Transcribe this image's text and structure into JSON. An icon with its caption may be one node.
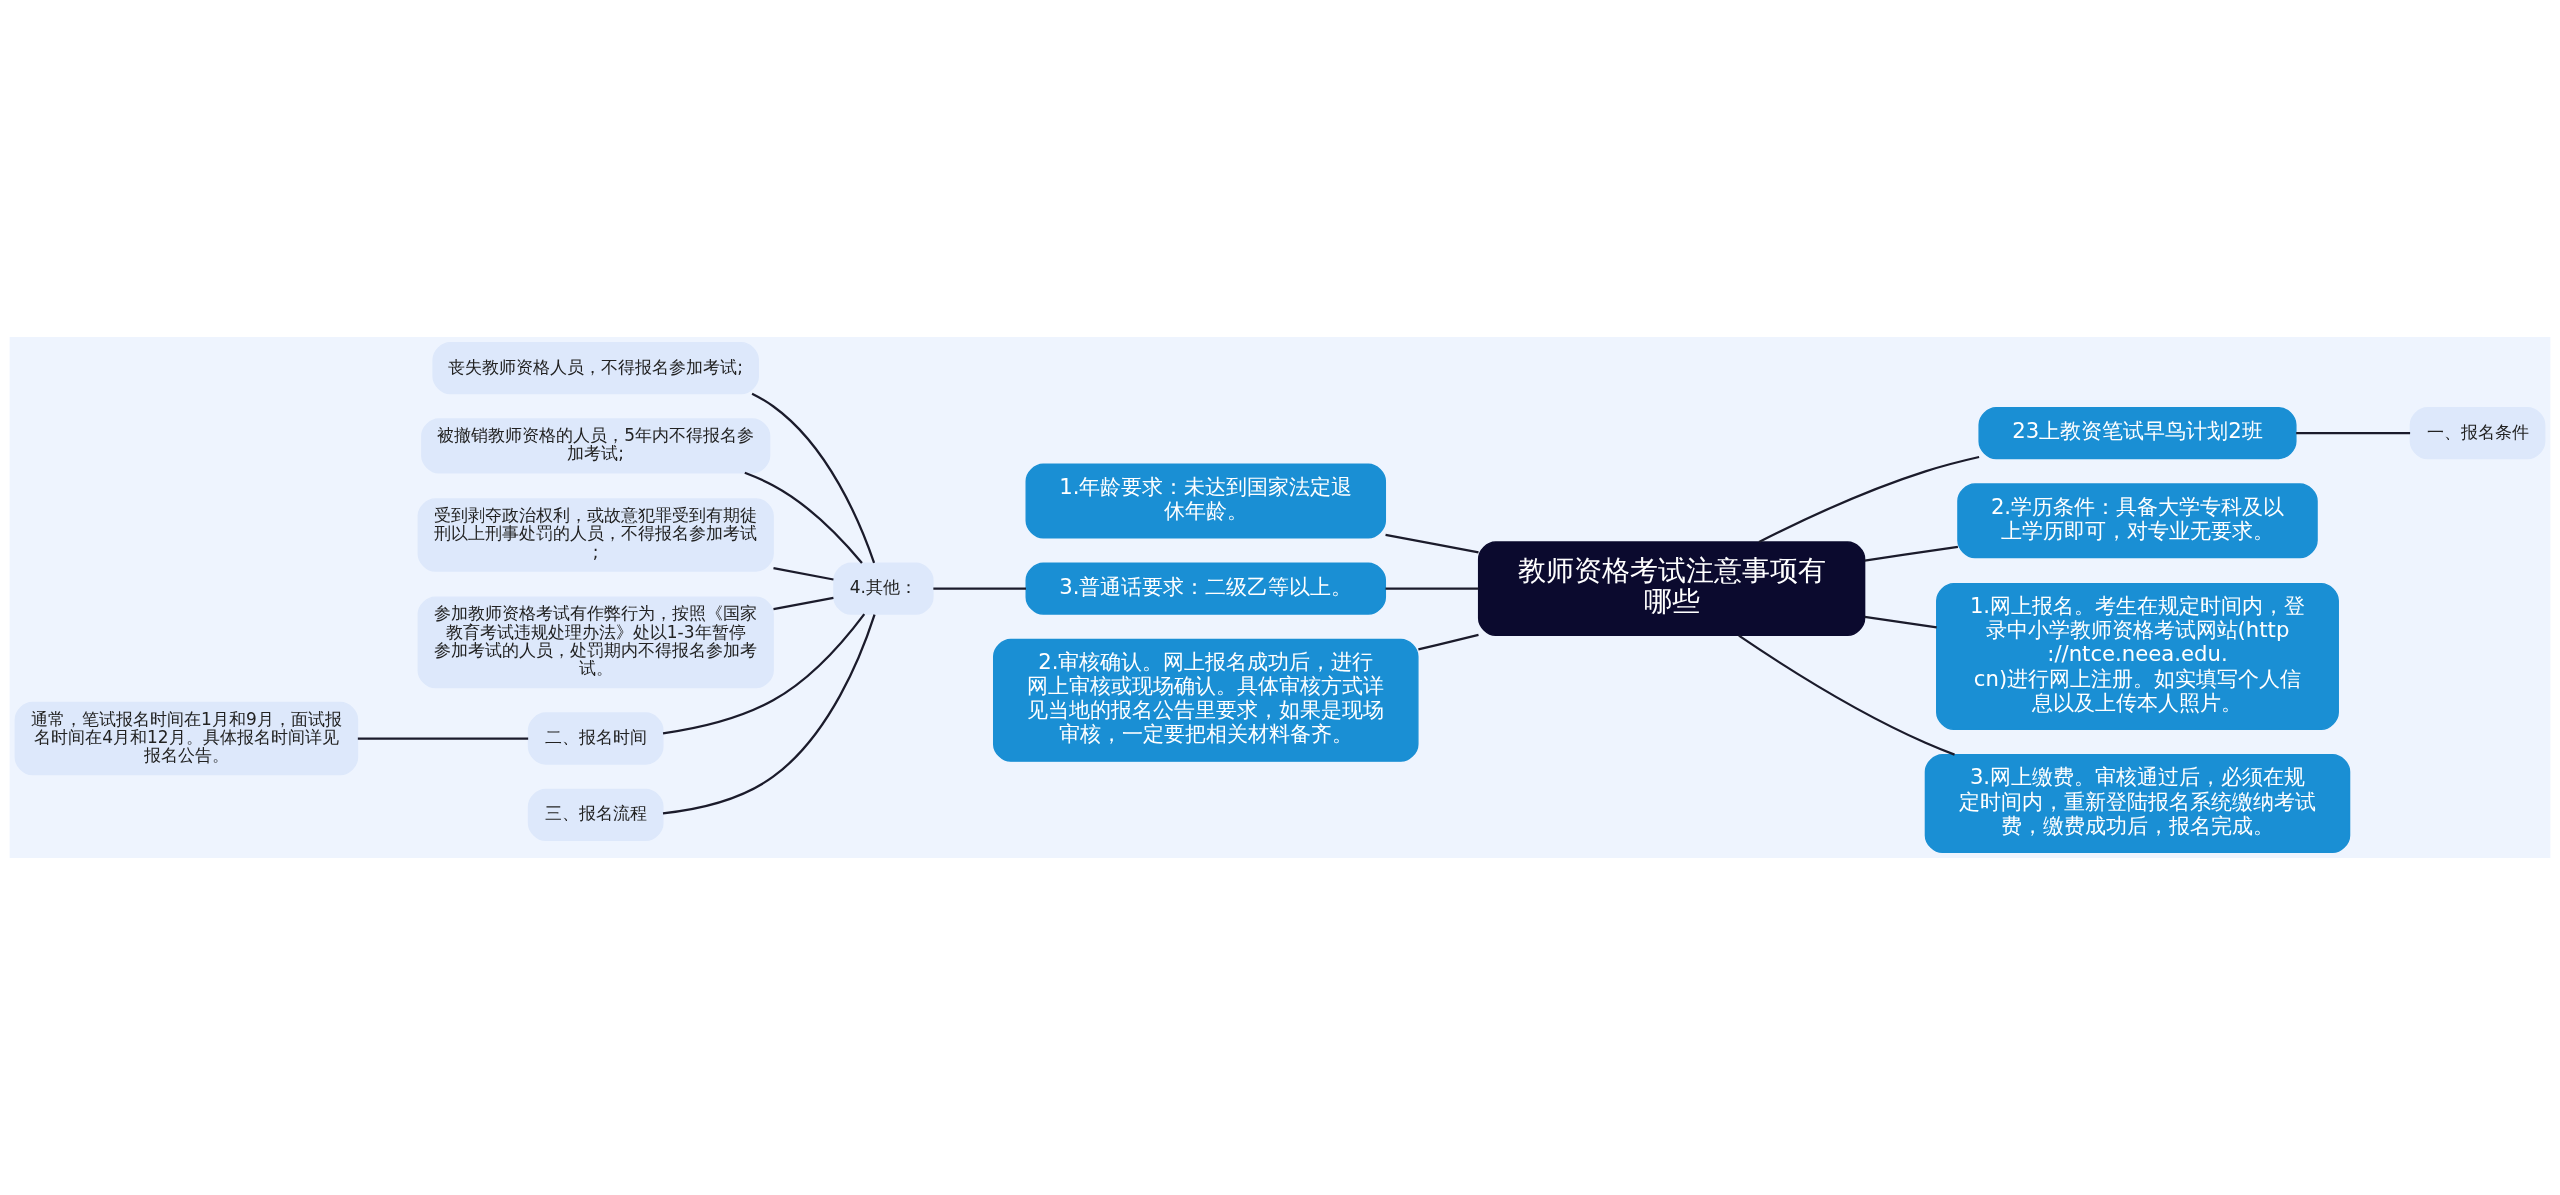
{
  "diagram": {
    "nodes": [
      {
        "text": [
          "教师资格考试注意事项有哪些"
        ]
      },
      {
        "text": [
          "1.年龄要求：未达到国家法定退休年龄。"
        ]
      },
      {
        "text": [
          "23上教资笔试早鸟计划2班"
        ]
      },
      {
        "text": [
          "一、报名条件"
        ]
      },
      {
        "text": [
          "2.学历条件：具备大学专科及以上学历即可，对专业无要求。"
        ]
      },
      {
        "text": [
          "1.网上报名。考生在规定时间内，登录中小学教师资格考试网站(http://ntce.neea.edu.cn)进行网上注册。如实填写个人信息以及上传本人照片。"
        ]
      },
      {
        "text": [
          "3.网上缴费。审核通过后，必须在规定时间内，重新登陆报名系统缴纳考试费，缴费成功后，报名完成。"
        ]
      },
      {
        "text": [
          "3.普通话要求：二级乙等以上。"
        ]
      },
      {
        "text": [
          "4.其他："
        ]
      },
      {
        "text": [
          "丧失教师资格人员，不得报名参加考试;"
        ]
      },
      {
        "text": [
          "被撤销教师资格的人员，5年内不得报名参加考试;"
        ]
      },
      {
        "text": [
          "受到剥夺政治权利，或故意犯罪受到有期徒刑以上刑事处罚的人员，不得报名参加考试;"
        ]
      },
      {
        "text": [
          "参加教师资格考试有作弊行为，按照《国家教育考试违规处理办法》处以1-3年暂停参加考试的人员，处罚期内不得报名参加考试。"
        ]
      },
      {
        "text": [
          "二、报名时间"
        ]
      },
      {
        "text": [
          "通常，笔试报名时间在1月和9月，面试报名时间在4月和12月。具体报名时间详见报名公告。"
        ]
      },
      {
        "text": [
          "三、报名流程"
        ]
      },
      {
        "text": [
          "2.审核确认。网上报名成功后，进行网上审核或现场确认。具体审核方式详见当地的报名公告里要求，如果是现场审核，一定要把相关材料备齐。"
        ]
      }
    ],
    "edges": [
      {
        "from": 0,
        "to": 1,
        "arrow": "none"
      },
      {
        "from": 0,
        "to": 2,
        "arrow": "none"
      },
      {
        "from": 2,
        "to": 3,
        "arrow": "none"
      },
      {
        "from": 0,
        "to": 4,
        "arrow": "none"
      },
      {
        "from": 0,
        "to": 5,
        "arrow": "none"
      },
      {
        "from": 0,
        "to": 6,
        "arrow": "none"
      },
      {
        "from": 0,
        "to": 7,
        "arrow": "none"
      },
      {
        "from": 7,
        "to": 8,
        "arrow": "none"
      },
      {
        "from": 8,
        "to": 9,
        "arrow": "none"
      },
      {
        "from": 8,
        "to": 10,
        "arrow": "none"
      },
      {
        "from": 8,
        "to": 11,
        "arrow": "none"
      },
      {
        "from": 8,
        "to": 12,
        "arrow": "none"
      },
      {
        "from": 8,
        "to": 13,
        "arrow": "none"
      },
      {
        "from": 13,
        "to": 14,
        "arrow": "none"
      },
      {
        "from": 8,
        "to": 15,
        "arrow": "none"
      },
      {
        "from": 0,
        "to": 16,
        "arrow": "none"
      }
    ]
  }
}
